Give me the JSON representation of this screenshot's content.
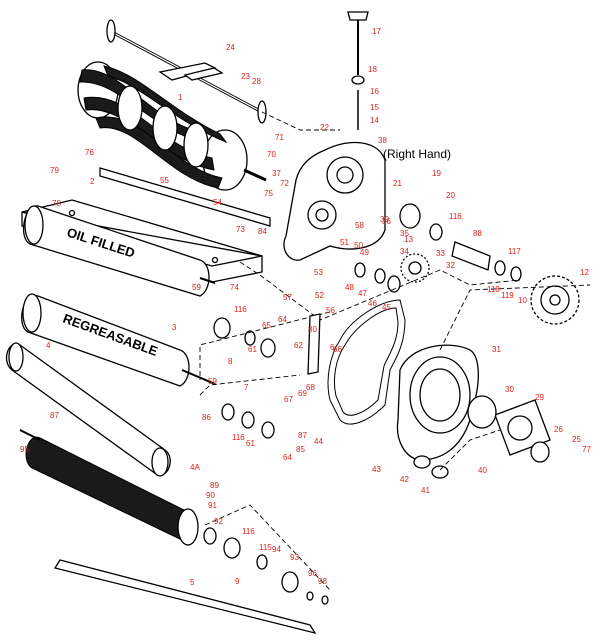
{
  "diagram": {
    "side_label": "(Right Hand)",
    "roller_labels": {
      "oil_filled": "OIL FILLED",
      "regreasable": "REGREASABLE"
    },
    "callouts": [
      {
        "id": "c1",
        "text": "1"
      },
      {
        "id": "c2",
        "text": "2"
      },
      {
        "id": "c3",
        "text": "3"
      },
      {
        "id": "c4",
        "text": "4"
      },
      {
        "id": "c4a",
        "text": "4A"
      },
      {
        "id": "c5",
        "text": "5"
      },
      {
        "id": "c6",
        "text": "6"
      },
      {
        "id": "c7",
        "text": "7"
      },
      {
        "id": "c8",
        "text": "8"
      },
      {
        "id": "c9",
        "text": "9"
      },
      {
        "id": "c10",
        "text": "10"
      },
      {
        "id": "c12",
        "text": "12"
      },
      {
        "id": "c13",
        "text": "13"
      },
      {
        "id": "c14",
        "text": "14"
      },
      {
        "id": "c15",
        "text": "15"
      },
      {
        "id": "c16",
        "text": "16"
      },
      {
        "id": "c17",
        "text": "17"
      },
      {
        "id": "c18",
        "text": "18"
      },
      {
        "id": "c19",
        "text": "19"
      },
      {
        "id": "c20",
        "text": "20"
      },
      {
        "id": "c21",
        "text": "21"
      },
      {
        "id": "c22",
        "text": "22"
      },
      {
        "id": "c23",
        "text": "23"
      },
      {
        "id": "c24",
        "text": "24"
      },
      {
        "id": "c25",
        "text": "25"
      },
      {
        "id": "c26",
        "text": "26"
      },
      {
        "id": "c28",
        "text": "28"
      },
      {
        "id": "c29",
        "text": "29"
      },
      {
        "id": "c30",
        "text": "30"
      },
      {
        "id": "c31",
        "text": "31"
      },
      {
        "id": "c32",
        "text": "32"
      },
      {
        "id": "c33",
        "text": "33"
      },
      {
        "id": "c34",
        "text": "34"
      },
      {
        "id": "c35",
        "text": "35"
      },
      {
        "id": "c36",
        "text": "36"
      },
      {
        "id": "c37",
        "text": "37"
      },
      {
        "id": "c38",
        "text": "38"
      },
      {
        "id": "c39",
        "text": "39"
      },
      {
        "id": "c40",
        "text": "40"
      },
      {
        "id": "c41",
        "text": "41"
      },
      {
        "id": "c42",
        "text": "42"
      },
      {
        "id": "c43",
        "text": "43"
      },
      {
        "id": "c44",
        "text": "44"
      },
      {
        "id": "c45",
        "text": "45"
      },
      {
        "id": "c46",
        "text": "46"
      },
      {
        "id": "c47",
        "text": "47"
      },
      {
        "id": "c48",
        "text": "48"
      },
      {
        "id": "c49",
        "text": "49"
      },
      {
        "id": "c50",
        "text": "50"
      },
      {
        "id": "c51",
        "text": "51"
      },
      {
        "id": "c52",
        "text": "52"
      },
      {
        "id": "c53",
        "text": "53"
      },
      {
        "id": "c54",
        "text": "54"
      },
      {
        "id": "c55",
        "text": "55"
      },
      {
        "id": "c56",
        "text": "56"
      },
      {
        "id": "c57",
        "text": "57"
      },
      {
        "id": "c58",
        "text": "58"
      },
      {
        "id": "c59a",
        "text": "59"
      },
      {
        "id": "c59b",
        "text": "59"
      },
      {
        "id": "c61a",
        "text": "61"
      },
      {
        "id": "c61b",
        "text": "61"
      },
      {
        "id": "c62",
        "text": "62"
      },
      {
        "id": "c64a",
        "text": "64"
      },
      {
        "id": "c64b",
        "text": "64"
      },
      {
        "id": "c65",
        "text": "65"
      },
      {
        "id": "c66",
        "text": "66"
      },
      {
        "id": "c67",
        "text": "67"
      },
      {
        "id": "c68",
        "text": "68"
      },
      {
        "id": "c69",
        "text": "69"
      },
      {
        "id": "c70",
        "text": "70"
      },
      {
        "id": "c71",
        "text": "71"
      },
      {
        "id": "c72",
        "text": "72"
      },
      {
        "id": "c73",
        "text": "73"
      },
      {
        "id": "c74",
        "text": "74"
      },
      {
        "id": "c75",
        "text": "75"
      },
      {
        "id": "c76",
        "text": "76"
      },
      {
        "id": "c77",
        "text": "77"
      },
      {
        "id": "c78",
        "text": "78"
      },
      {
        "id": "c79",
        "text": "79"
      },
      {
        "id": "c80",
        "text": "80"
      },
      {
        "id": "c84",
        "text": "84"
      },
      {
        "id": "c85",
        "text": "85"
      },
      {
        "id": "c86",
        "text": "86"
      },
      {
        "id": "c87a",
        "text": "87"
      },
      {
        "id": "c87b",
        "text": "87"
      },
      {
        "id": "c88",
        "text": "88"
      },
      {
        "id": "c89",
        "text": "89"
      },
      {
        "id": "c90",
        "text": "90"
      },
      {
        "id": "c91",
        "text": "91"
      },
      {
        "id": "c92",
        "text": "92"
      },
      {
        "id": "c93",
        "text": "93"
      },
      {
        "id": "c94",
        "text": "94"
      },
      {
        "id": "c95",
        "text": "95"
      },
      {
        "id": "c96",
        "text": "96"
      },
      {
        "id": "c98",
        "text": "98"
      },
      {
        "id": "c115",
        "text": "115"
      },
      {
        "id": "c116a",
        "text": "116"
      },
      {
        "id": "c116b",
        "text": "116"
      },
      {
        "id": "c116c",
        "text": "116"
      },
      {
        "id": "c116d",
        "text": "116"
      },
      {
        "id": "c117",
        "text": "117"
      },
      {
        "id": "c118",
        "text": "118"
      },
      {
        "id": "c119",
        "text": "119"
      }
    ]
  }
}
